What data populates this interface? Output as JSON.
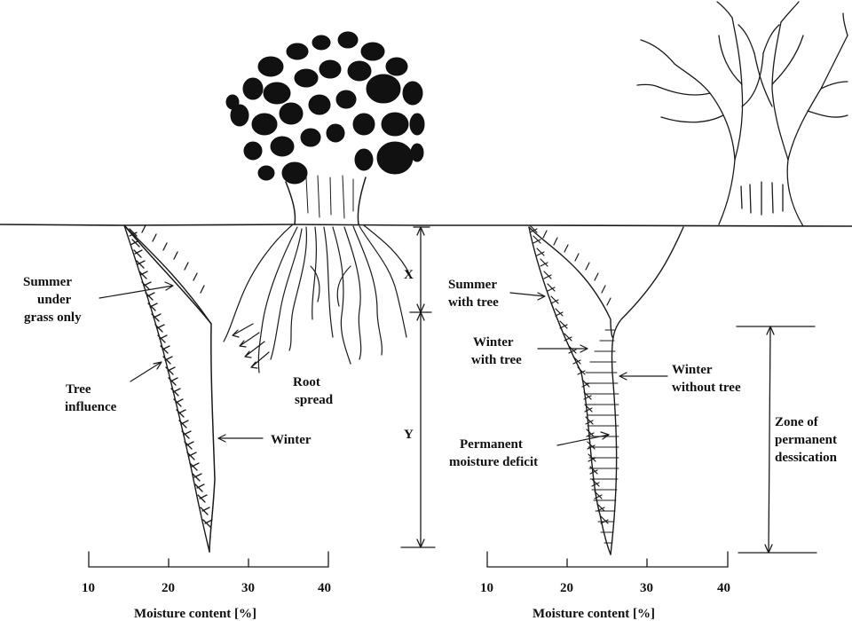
{
  "left_panel": {
    "labels": {
      "summer_grass": [
        "Summer",
        "under",
        "grass only"
      ],
      "tree_influence": [
        "Tree",
        "influence"
      ],
      "winter": "Winter",
      "root_spread": [
        "Root",
        "spread"
      ],
      "x": "X",
      "y": "Y"
    },
    "axis": {
      "ticks": [
        "10",
        "20",
        "30",
        "40"
      ],
      "title": "Moisture content [%]"
    }
  },
  "right_panel": {
    "labels": {
      "summer_tree": [
        "Summer",
        "with tree"
      ],
      "winter_tree": [
        "Winter",
        "with tree"
      ],
      "winter_no_tree": [
        "Winter",
        "without tree"
      ],
      "deficit": [
        "Permanent",
        "moisture deficit"
      ],
      "zone": [
        "Zone of",
        "permanent",
        "dessication"
      ]
    },
    "axis": {
      "ticks": [
        "10",
        "20",
        "30",
        "40"
      ],
      "title": "Moisture content [%]"
    }
  }
}
